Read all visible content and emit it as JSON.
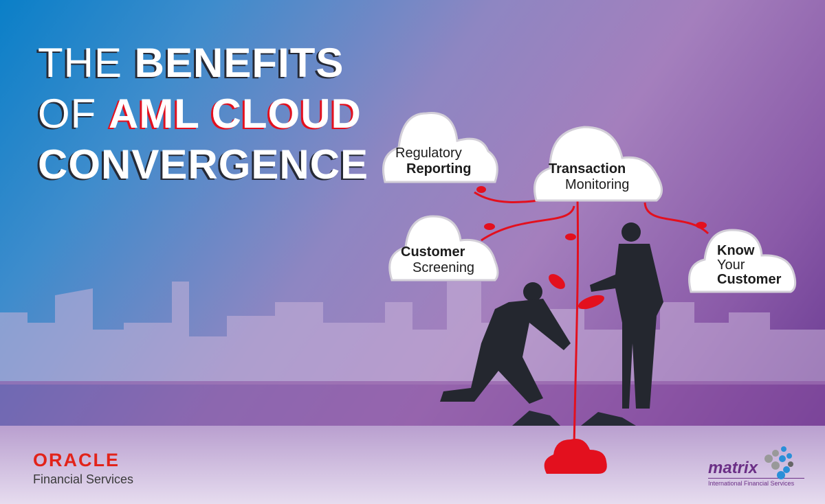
{
  "title": {
    "line1_thin": "THE",
    "line1_bold": "BENEFITS",
    "line2_thin": "OF",
    "line2_red": "AML CLOUD",
    "line3": "CONVERGENCE"
  },
  "clouds": {
    "regulatory": {
      "line1": "Regulatory",
      "line2": "Reporting"
    },
    "transaction": {
      "line1": "Transaction",
      "line2": "Monitoring"
    },
    "screening": {
      "line1": "Customer",
      "line2": "Screening"
    },
    "kyc": {
      "line1": "Know",
      "line2": "Your",
      "line3": "Customer"
    }
  },
  "logos": {
    "oracle": {
      "name": "ORACLE",
      "sub": "Financial Services"
    },
    "matrix": {
      "name": "matrix",
      "sub": "International Financial Services"
    }
  },
  "colors": {
    "accent_red": "#e3101e",
    "purple": "#6b2f86"
  }
}
